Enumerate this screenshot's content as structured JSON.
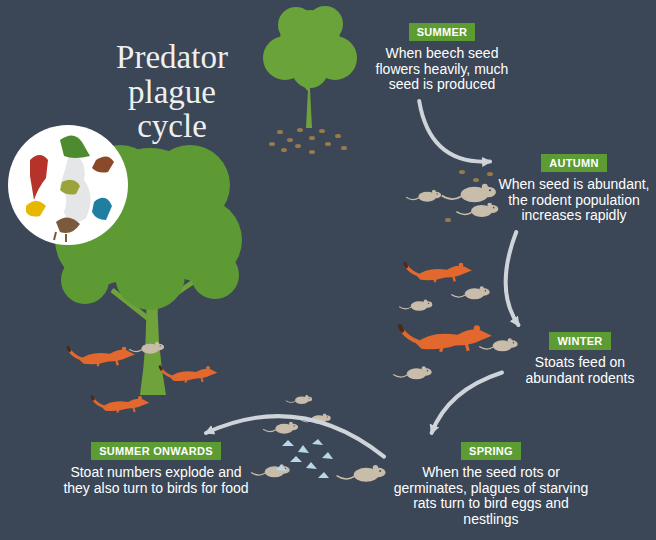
{
  "diagram": {
    "title": "Predator plague cycle",
    "nodes": [
      {
        "text": [
          "SUMMER",
          "When beech seed flowers heavily, much seed is produced"
        ]
      },
      {
        "text": [
          "AUTUMN",
          "When seed is abundant, the rodent population increases rapidly"
        ]
      },
      {
        "text": [
          "WINTER",
          "Stoats feed on abundant rodents"
        ]
      },
      {
        "text": [
          "SPRING",
          "When the seed rots or germinates, plagues of starving rats turn to bird eggs and nestlings"
        ]
      },
      {
        "text": [
          "SUMMER ONWARDS",
          "Stoat numbers explode and they also turn to birds for food"
        ]
      }
    ],
    "edges": [
      {
        "from": 0,
        "to": 1,
        "arrow": "to"
      },
      {
        "from": 1,
        "to": 2,
        "arrow": "to"
      },
      {
        "from": 2,
        "to": 3,
        "arrow": "to"
      },
      {
        "from": 3,
        "to": 4,
        "arrow": "to"
      }
    ]
  }
}
